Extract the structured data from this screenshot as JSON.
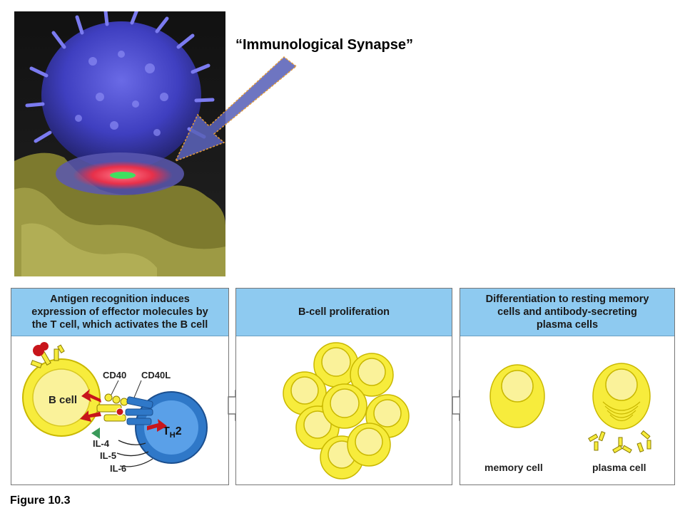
{
  "annotation": {
    "label": "“Immunological Synapse”"
  },
  "panels": [
    {
      "header": "Antigen recognition induces\nexpression of effector molecules by\nthe T cell, which activates the B cell"
    },
    {
      "header": "B-cell proliferation"
    },
    {
      "header": "Differentiation to resting memory\ncells and antibody-secreting\nplasma cells"
    }
  ],
  "labels": {
    "b_cell": "B cell",
    "th2_main": "T",
    "th2_sub": "H",
    "th2_suffix": "2",
    "cd40": "CD40",
    "cd40l": "CD40L",
    "il4": "IL-4",
    "il5": "IL-5",
    "il6": "IL-6",
    "memory_cell": "memory cell",
    "plasma_cell": "plasma cell"
  },
  "figure": {
    "caption": "Figure 10.3"
  },
  "colors": {
    "header_bg": "#8ecaf0",
    "b_cell": "#f7ec3c",
    "th2_cell": "#2f78c8",
    "signal_arrow": "#c8151b",
    "pointer_arrow": "#5a62b8",
    "t_cell_photo": "#4848c8",
    "synapse_glow": "#e8304a"
  }
}
